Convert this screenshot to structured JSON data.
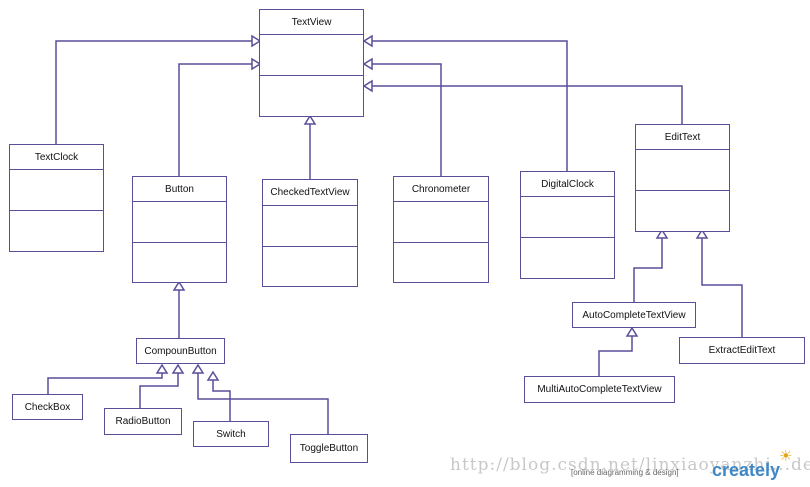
{
  "classes": {
    "textview": "TextView",
    "textclock": "TextClock",
    "button": "Button",
    "checkedtextview": "CheckedTextView",
    "chronometer": "Chronometer",
    "digitalclock": "DigitalClock",
    "edittext": "EditText",
    "compoundbutton": "CompounButton",
    "checkbox": "CheckBox",
    "radiobutton": "RadioButton",
    "switch": "Switch",
    "togglebutton": "ToggleButton",
    "autocompletetextview": "AutoCompleteTextView",
    "extractedittext": "ExtractEditText",
    "multiautocompletetextview": "MultiAutoCompleteTextView"
  },
  "watermark": "http://blog.csdn.net/linxiaoyanzhi...de",
  "footer": {
    "tagline": "[online diagramming & design]",
    "brand": "creately",
    "bulb_icon": "lightbulb-icon"
  },
  "colors": {
    "stroke": "#5a4e9a",
    "brand": "#3f88c5"
  }
}
